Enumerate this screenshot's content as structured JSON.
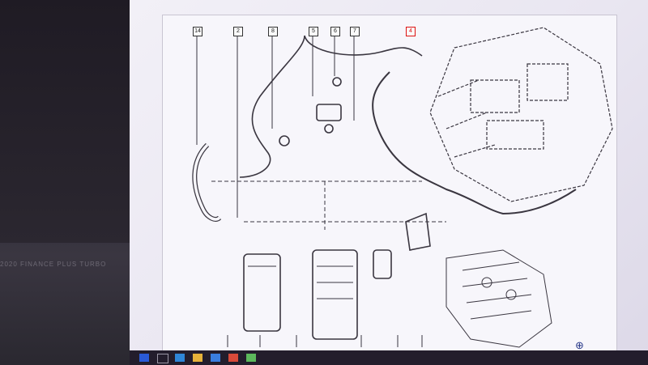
{
  "scene": {
    "description_free": true,
    "left_overlay_text": "2020 FINANCE PLUS TURBO"
  },
  "diagram": {
    "callouts": [
      {
        "id": "c14",
        "label": "14"
      },
      {
        "id": "c2",
        "label": "2"
      },
      {
        "id": "c8",
        "label": "8"
      },
      {
        "id": "c5",
        "label": "5"
      },
      {
        "id": "c6",
        "label": "6"
      },
      {
        "id": "c7",
        "label": "7"
      },
      {
        "id": "c4",
        "label": "4",
        "highlight": "#d11"
      }
    ]
  },
  "colors": {
    "screen_bg": "#efecf5",
    "line": "#3a3640",
    "taskbar": "#231d2c",
    "accent": "#2a5ad8"
  }
}
